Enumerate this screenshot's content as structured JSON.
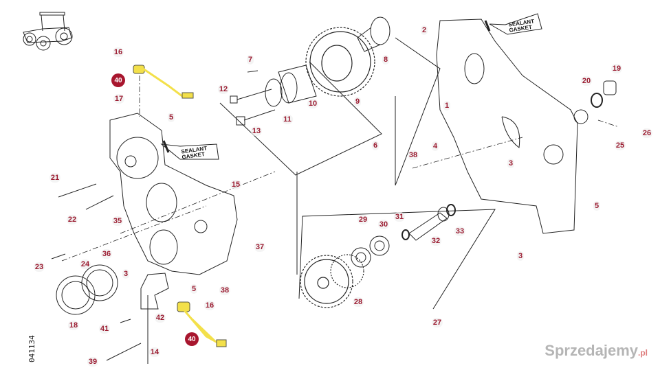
{
  "diagram": {
    "drawing_number": "041134",
    "sealant_label_top": "SEALANT",
    "sealant_label_bottom": "GASKET",
    "watermark": "Sprzedajemy",
    "watermark_tld": ".pl",
    "colors": {
      "label": "#9b1b30",
      "badge": "#a8162e",
      "sensor": "#f3e04a"
    },
    "labels": [
      {
        "id": "16",
        "pos": "p16a"
      },
      {
        "id": "17",
        "pos": "p17"
      },
      {
        "id": "5",
        "pos": "p5a"
      },
      {
        "id": "21",
        "pos": "p21"
      },
      {
        "id": "22",
        "pos": "p22"
      },
      {
        "id": "35",
        "pos": "p35"
      },
      {
        "id": "36",
        "pos": "p36"
      },
      {
        "id": "23",
        "pos": "p23"
      },
      {
        "id": "24",
        "pos": "p24"
      },
      {
        "id": "3",
        "pos": "p3a"
      },
      {
        "id": "18",
        "pos": "p18"
      },
      {
        "id": "41",
        "pos": "p41"
      },
      {
        "id": "39",
        "pos": "p39"
      },
      {
        "id": "14",
        "pos": "p14"
      },
      {
        "id": "42",
        "pos": "p42"
      },
      {
        "id": "16",
        "pos": "p16b"
      },
      {
        "id": "5",
        "pos": "p5b"
      },
      {
        "id": "37",
        "pos": "p37"
      },
      {
        "id": "38",
        "pos": "p38a"
      },
      {
        "id": "15",
        "pos": "p15"
      },
      {
        "id": "7",
        "pos": "p7"
      },
      {
        "id": "12",
        "pos": "p12"
      },
      {
        "id": "13",
        "pos": "p13"
      },
      {
        "id": "11",
        "pos": "p11"
      },
      {
        "id": "10",
        "pos": "p10"
      },
      {
        "id": "9",
        "pos": "p9"
      },
      {
        "id": "8",
        "pos": "p8"
      },
      {
        "id": "6",
        "pos": "p6"
      },
      {
        "id": "2",
        "pos": "p2"
      },
      {
        "id": "1",
        "pos": "p1"
      },
      {
        "id": "20",
        "pos": "p20"
      },
      {
        "id": "19",
        "pos": "p19"
      },
      {
        "id": "25",
        "pos": "p25"
      },
      {
        "id": "26",
        "pos": "p26"
      },
      {
        "id": "38",
        "pos": "p38b"
      },
      {
        "id": "4",
        "pos": "p4"
      },
      {
        "id": "3",
        "pos": "p3b"
      },
      {
        "id": "5",
        "pos": "p5c"
      },
      {
        "id": "3",
        "pos": "p3c"
      },
      {
        "id": "29",
        "pos": "p29"
      },
      {
        "id": "30",
        "pos": "p30"
      },
      {
        "id": "31",
        "pos": "p31"
      },
      {
        "id": "32",
        "pos": "p32"
      },
      {
        "id": "33",
        "pos": "p33"
      },
      {
        "id": "28",
        "pos": "p28"
      },
      {
        "id": "27",
        "pos": "p27"
      }
    ],
    "badges": [
      {
        "id": "40",
        "pos": "b40a"
      },
      {
        "id": "40",
        "pos": "b40b"
      }
    ]
  }
}
